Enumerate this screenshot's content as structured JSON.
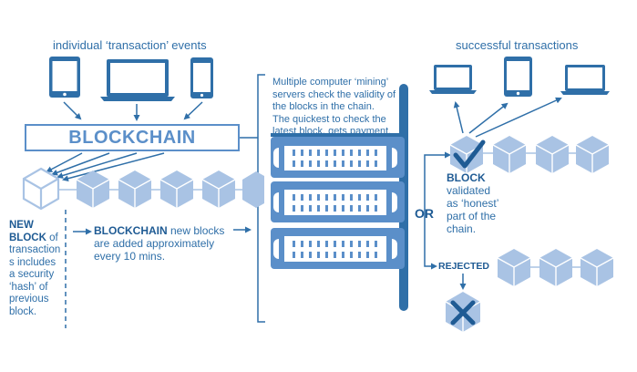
{
  "labels": {
    "individual_events": "individual ‘transaction’ events",
    "successful": "successful transactions",
    "blockchain_box": "BLOCKCHAIN",
    "mining_text": [
      "Multiple computer ‘mining’",
      "servers check the validity of",
      "the blocks in the chain.",
      "The quickest to check the",
      "latest block, gets payment."
    ],
    "new_block_bold": [
      "NEW",
      "BLOCK"
    ],
    "new_block_rest": [
      " of",
      "transaction",
      "s includes",
      "a security",
      "‘hash’ of",
      "previous",
      "block."
    ],
    "chain_bold": "BLOCKCHAIN",
    "chain_rest_1": " new blocks",
    "chain_rest_2": "are added approximately",
    "chain_rest_3": "every 10 mins.",
    "or": "OR",
    "block_bold": "BLOCK",
    "block_rest": [
      "validated",
      "as ‘honest’",
      "part of the",
      "chain."
    ],
    "rejected": "REJECTED"
  },
  "colors": {
    "dark_blue": "#2f6fa8",
    "mid_blue": "#5b8fc9",
    "light_blue": "#a9c3e4",
    "navy": "#1f5b94"
  },
  "icons": {
    "devices_left": [
      "tablet-icon",
      "laptop-icon",
      "phone-icon"
    ],
    "devices_right": [
      "laptop-icon",
      "tablet-icon",
      "laptop-icon"
    ],
    "servers": [
      "server-icon",
      "server-icon",
      "server-icon"
    ]
  }
}
